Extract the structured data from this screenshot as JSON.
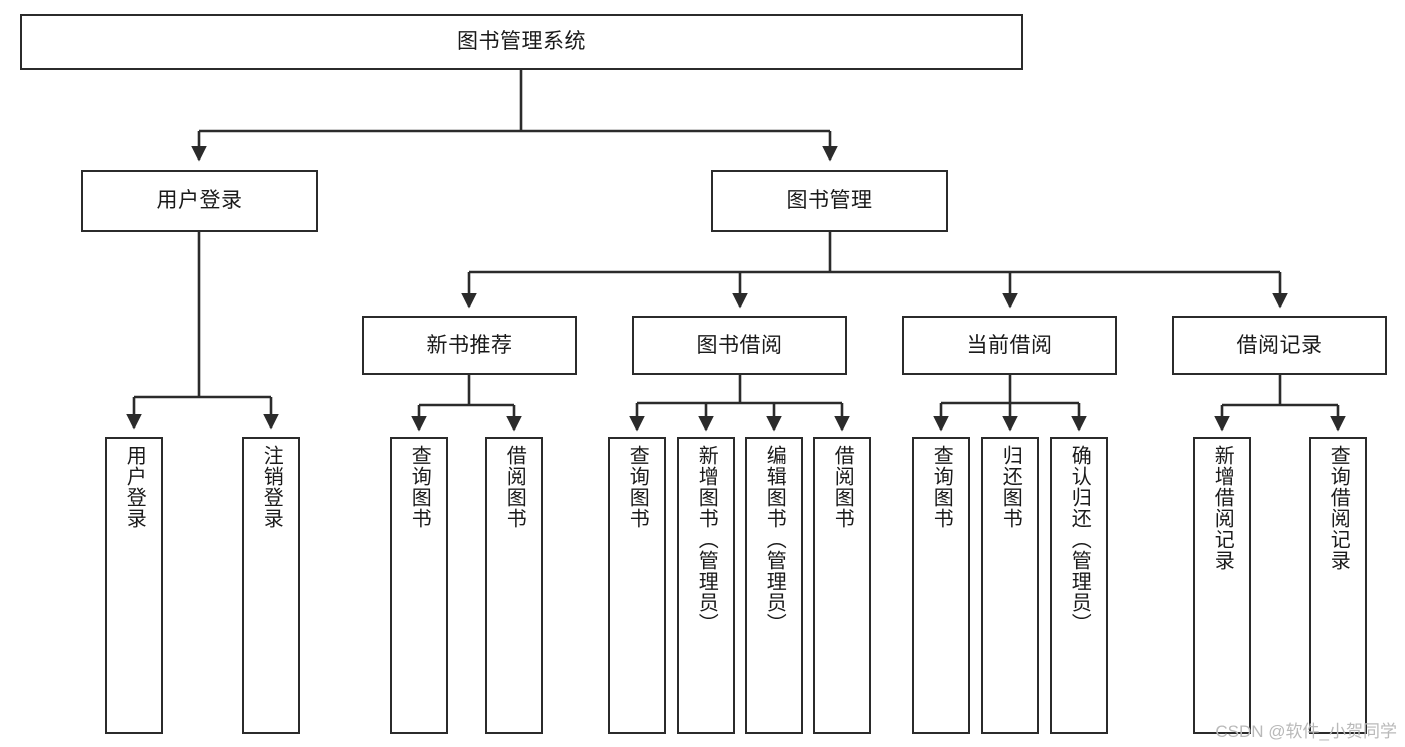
{
  "diagram": {
    "title": "图书管理系统",
    "type": "tree",
    "colors": {
      "box_border": "#2b2b2b",
      "box_fill": "#ffffff",
      "edge": "#2b2b2b",
      "text": "#1a1a1a",
      "watermark": "#b9b9b9"
    },
    "root": {
      "label": "图书管理系统"
    },
    "level2": [
      {
        "label": "用户登录"
      },
      {
        "label": "图书管理"
      }
    ],
    "level3": [
      {
        "label": "新书推荐"
      },
      {
        "label": "图书借阅"
      },
      {
        "label": "当前借阅"
      },
      {
        "label": "借阅记录"
      }
    ],
    "leaves": {
      "user_login": [
        {
          "label": "用户登录"
        },
        {
          "label": "注销登录"
        }
      ],
      "new_book_recommend": [
        {
          "label": "查询图书"
        },
        {
          "label": "借阅图书"
        }
      ],
      "book_borrow": [
        {
          "label": "查询图书"
        },
        {
          "label": "新增图书（管理员）"
        },
        {
          "label": "编辑图书（管理员）"
        },
        {
          "label": "借阅图书"
        }
      ],
      "current_borrow": [
        {
          "label": "查询图书"
        },
        {
          "label": "归还图书"
        },
        {
          "label": "确认归还（管理员）"
        }
      ],
      "borrow_record": [
        {
          "label": "新增借阅记录"
        },
        {
          "label": "查询借阅记录"
        }
      ]
    }
  },
  "watermark": {
    "text": "CSDN @软件_小贺同学"
  }
}
